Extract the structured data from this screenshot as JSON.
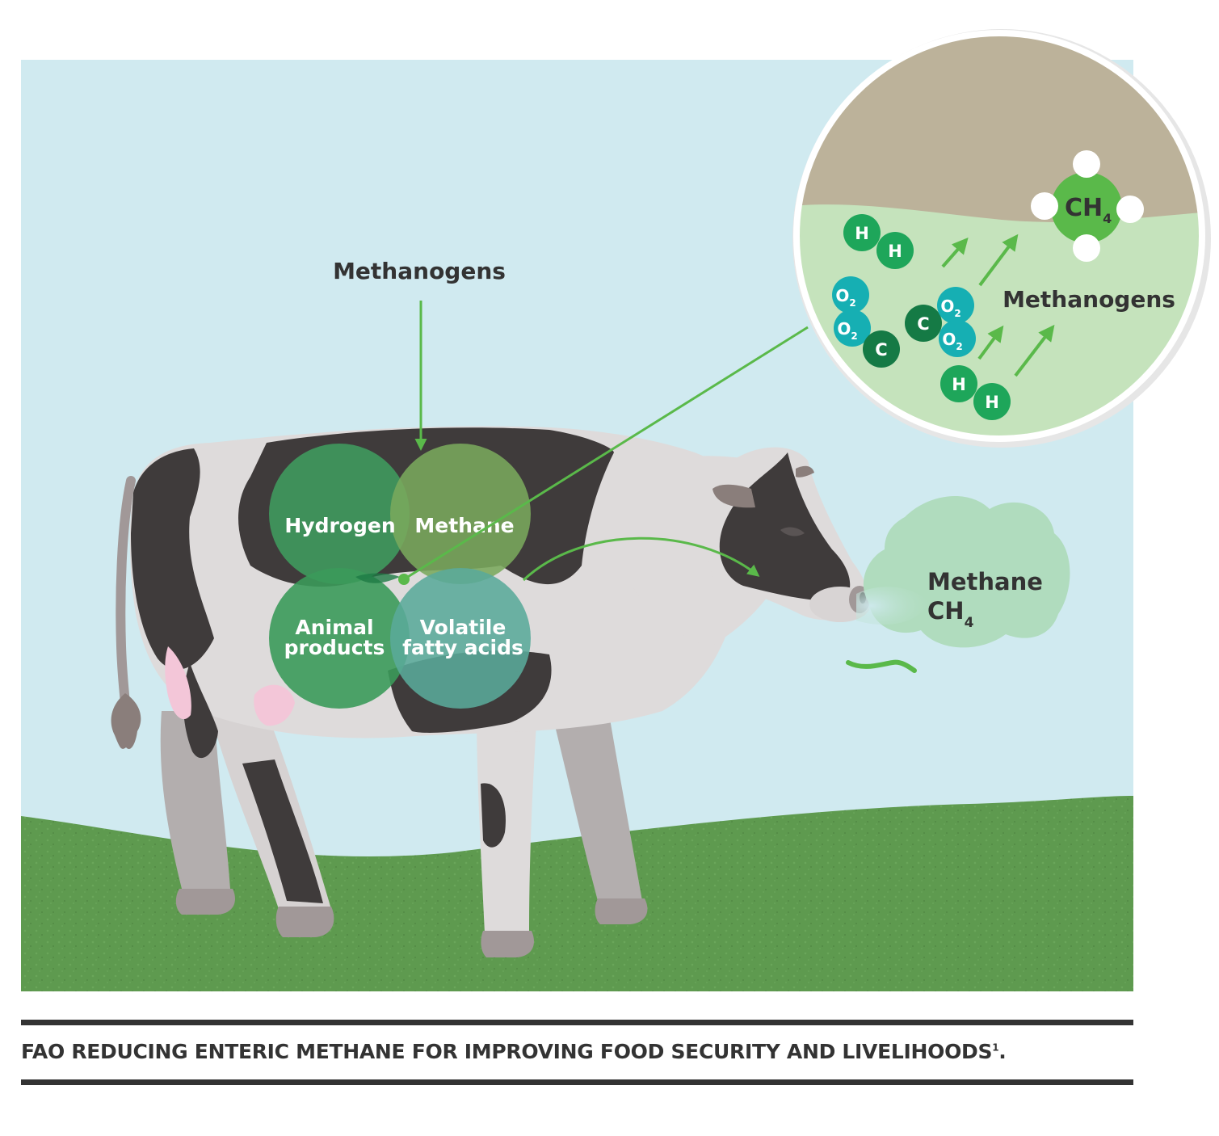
{
  "colors": {
    "sky": "#d0eaf0",
    "grass": "#5e9a4f",
    "cow_black": "#3f3b3b",
    "cow_white": "#dedbdb",
    "arrow_green": "#5ab94a",
    "circle_hydrogen": "#3f9a5e",
    "circle_methane": "#78a85a",
    "circle_animal": "#3b9a5a",
    "circle_vfa": "#5aaa9a",
    "gas_cloud": "#b0dcbe",
    "text_dark": "#333333",
    "hydrogen_atom": "#1ea65a",
    "carbon_atom": "#157a45",
    "oxygen_atom": "#16afb3"
  },
  "methanogens_label": "Methanogens",
  "rumen_circles": {
    "hydrogen": "Hydrogen",
    "methane": "Methane",
    "animal_line1": "Animal",
    "animal_line2": "products",
    "vfa_line1": "Volatile",
    "vfa_line2": "fatty acids"
  },
  "exhaled": {
    "name": "Methane",
    "formula_base": "CH",
    "formula_sub": "4"
  },
  "zoom": {
    "methanogens_label": "Methanogens",
    "ch4_base": "CH",
    "ch4_sub": "4",
    "hydrogen_symbol": "H",
    "carbon_symbol": "C",
    "oxygen_base": "O",
    "oxygen_sub": "2"
  },
  "caption": {
    "text": "FAO REDUCING ENTERIC METHANE FOR IMPROVING FOOD SECURITY AND LIVELIHOODS",
    "footnote": "1",
    "end": "."
  }
}
